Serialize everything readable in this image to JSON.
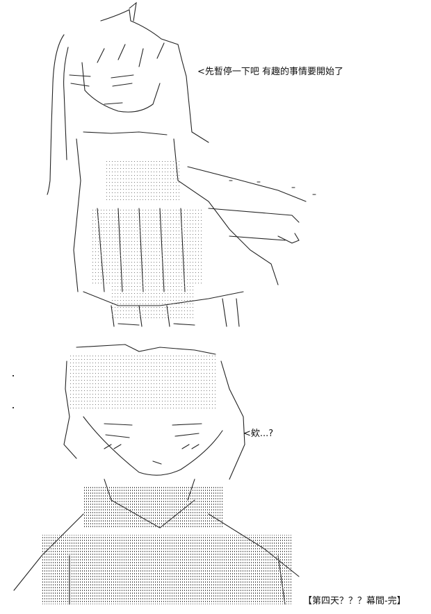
{
  "panel_1": {
    "dialogue": "<先暫停一下吧 有趣的事情要開始了"
  },
  "panel_2": {
    "dialogue": "<欸...?"
  },
  "footer": {
    "chapter_end": "【第四天？？？幕間-完】"
  },
  "colors": {
    "ink": "#111111",
    "background": "#ffffff"
  }
}
